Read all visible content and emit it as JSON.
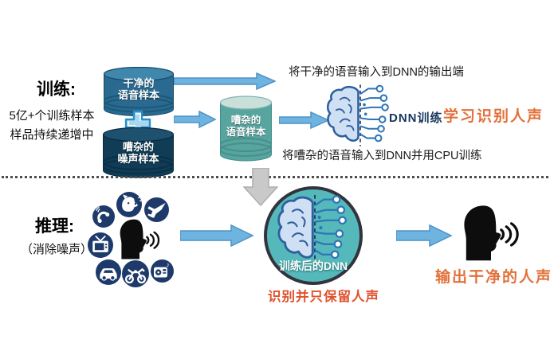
{
  "training": {
    "title": "训练:",
    "note1": "5亿+个训练样本",
    "note2": "样品持续递增中",
    "clean_db": {
      "line1": "干净的",
      "line2": "语音样本"
    },
    "noise_db": {
      "line1": "嘈杂的",
      "line2": "噪声样本"
    },
    "mixed_db": {
      "line1": "嘈杂的",
      "line2": "语音样本"
    },
    "annotation_top": "将干净的语音输入到DNN的输出端",
    "annotation_bottom": "将嘈杂的语音输入到DNN并用CPU训练",
    "dnn_label": "DNN训练",
    "highlight": "学习识别人声"
  },
  "inference": {
    "title": "推理:",
    "subtitle": "（消除噪声）",
    "dnn_label": "训练后的DNN",
    "highlight_recognize": "识别并只保留人声",
    "highlight_output": "输出干净的人声"
  },
  "icons": {
    "plus": "plus-icon",
    "dnn_brain": "dnn-brain-icon",
    "gray_down_arrow": "down-arrow-icon",
    "noise_sources": [
      "phone",
      "dog",
      "airplane",
      "tv",
      "car",
      "motorcycle",
      "music-player"
    ],
    "speaking_head": "speaking-head-icon",
    "music_note_glyph": "♪"
  },
  "colors": {
    "arrow_blue": "#6fb3e0",
    "arrow_blue_border": "#4f93c6",
    "navy_text": "#17365d",
    "orange_highlight": "#e2703a",
    "red_highlight": "#e0512e",
    "teal_circle": "#55b9bb",
    "cylinder_clean": "#2a6a90",
    "cylinder_noise": "#103c56",
    "cylinder_mixed": "#58a5a0",
    "noise_icon_bg": "#1d3a6b",
    "gray_arrow": "#c9c9c9"
  }
}
